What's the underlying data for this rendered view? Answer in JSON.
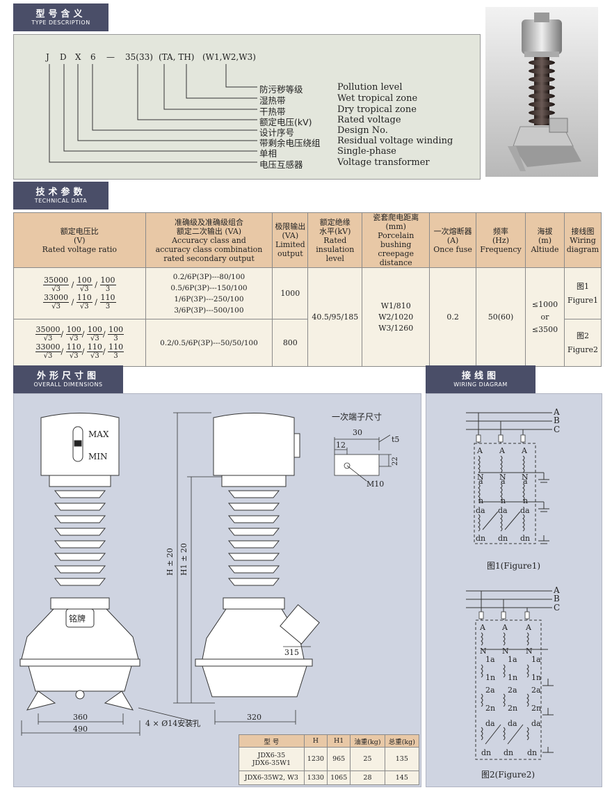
{
  "section_type": {
    "zh": "型号含义",
    "en": "TYPE DESCRIPTION"
  },
  "model_code": {
    "parts": [
      "J",
      "D",
      "X",
      "6",
      "—",
      "35(33)",
      "(TA, TH)",
      "(W1,W2,W3)"
    ]
  },
  "legend": [
    {
      "zh": "防污秽等级",
      "en": "Pollution level"
    },
    {
      "zh": "湿热带",
      "en": "Wet tropical zone"
    },
    {
      "zh": "干热带",
      "en": "Dry tropical zone"
    },
    {
      "zh": "额定电压(kV)",
      "en": "Rated voltage"
    },
    {
      "zh": "设计序号",
      "en": "Design No."
    },
    {
      "zh": "带剩余电压绕组",
      "en": "Residual voltage winding"
    },
    {
      "zh": "单相",
      "en": "Single-phase"
    },
    {
      "zh": "电压互感器",
      "en": "Voltage transformer"
    }
  ],
  "section_tech": {
    "zh": "技术参数",
    "en": "TECHNICAL DATA"
  },
  "table": {
    "headers": [
      {
        "zh": "额定电压比",
        "mid": "(V)",
        "en": "Rated voltage ratio"
      },
      {
        "zh1": "准确级及准确级组合",
        "zh2": "额定二次输出 (VA)",
        "en1": "Accuracy class and",
        "en2": "accuracy class combination",
        "en3": "rated secondary output"
      },
      {
        "zh": "极限输出",
        "mid": "(VA)",
        "en1": "Limited",
        "en2": "output"
      },
      {
        "zh1": "额定绝缘",
        "zh2": "水平(kV)",
        "en1": "Rated insulation",
        "en2": "level"
      },
      {
        "zh": "瓷套爬电距离",
        "mid": "(mm)",
        "en1": "Porcelain bushing",
        "en2": "creepage distance"
      },
      {
        "zh": "一次熔断器",
        "mid": "(A)",
        "en": "Once fuse"
      },
      {
        "zh": "频率",
        "mid": "(Hz)",
        "en": "Frequency"
      },
      {
        "zh": "海拔",
        "mid": "(m)",
        "en": "Altiude"
      },
      {
        "zh": "接线图",
        "en1": "Wiring",
        "en2": "diagram"
      }
    ],
    "row1": {
      "ratios": [
        [
          "35000",
          "√3",
          "100",
          "√3",
          "100",
          "3"
        ],
        [
          "33000",
          "√3",
          "110",
          "√3",
          "110",
          "3"
        ]
      ],
      "accuracy": [
        "0.2/6P(3P)---80/100",
        "0.5/6P(3P)---150/100",
        "1/6P(3P)---250/100",
        "3/6P(3P)---500/100"
      ],
      "limit": "1000",
      "figure_zh": "图1",
      "figure_en": "Figure1"
    },
    "row2": {
      "ratios": [
        [
          "35000",
          "√3",
          "100",
          "√3",
          "100",
          "√3",
          "100",
          "3"
        ],
        [
          "33000",
          "√3",
          "110",
          "√3",
          "110",
          "√3",
          "110",
          "3"
        ]
      ],
      "accuracy": "0.2/0.5/6P(3P)---50/50/100",
      "limit": "800",
      "figure_zh": "图2",
      "figure_en": "Figure2"
    },
    "insulation": "40.5/95/185",
    "creepage": [
      "W1/810",
      "W2/1020",
      "W3/1260"
    ],
    "fuse": "0.2",
    "frequency": "50(60)",
    "altitude": [
      "≤1000",
      "or",
      "≤3500"
    ]
  },
  "section_dim": {
    "zh": "外形尺寸图",
    "en": "OVERALL DIMENSIONS"
  },
  "section_wiring": {
    "zh": "接线图",
    "en": "WIRING DIAGRAM"
  },
  "drawing": {
    "max": "MAX",
    "min": "MIN",
    "nameplate": "铭牌",
    "h": "H ± 20",
    "h1": "H1 ± 20",
    "d360": "360",
    "d490": "490",
    "d320": "320",
    "d315": "315",
    "holes": "4 × Ø14安装孔",
    "terminal_title": "一次端子尺寸",
    "t30": "30",
    "t12": "12",
    "t5": "t5",
    "t22": "22",
    "m10": "M10"
  },
  "dim_table": {
    "headers": [
      "型  号",
      "H",
      "H1",
      "油重(kg)",
      "总重(kg)"
    ],
    "rows": [
      [
        "JDX6-35\nJDX6-35W1",
        "1230",
        "965",
        "25",
        "135"
      ],
      [
        "JDX6-35W2, W3",
        "1330",
        "1065",
        "28",
        "145"
      ]
    ]
  },
  "wiring": {
    "phases": [
      "A",
      "B",
      "C"
    ],
    "fig1": {
      "primary": [
        "A",
        "N"
      ],
      "secondary": [
        "a",
        "n"
      ],
      "residual": [
        "da",
        "dn"
      ],
      "caption": "图1(Figure1)"
    },
    "fig2": {
      "primary": [
        "A",
        "N"
      ],
      "sec1": [
        "1a",
        "1n"
      ],
      "sec2": [
        "2a",
        "2n"
      ],
      "residual": [
        "da",
        "dn"
      ],
      "caption": "图2(Figure2)"
    }
  }
}
